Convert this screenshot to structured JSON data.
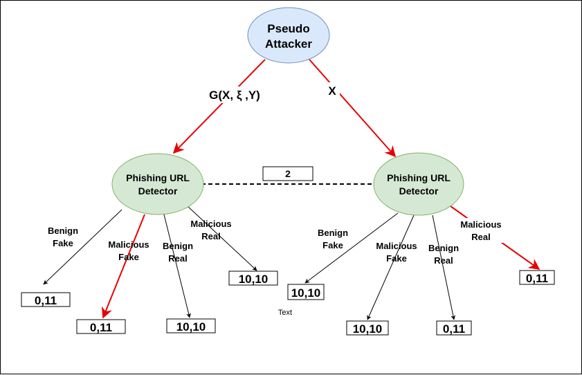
{
  "colors": {
    "attacker_fill": "#dae8fc",
    "attacker_stroke": "#6c8ebf",
    "detector_fill": "#d5e8d4",
    "detector_stroke": "#82b366",
    "red_edge": "#e60000",
    "black_edge": "#000000"
  },
  "attacker": {
    "line1": "Pseudo",
    "line2": "Attacker"
  },
  "left_detector": {
    "line1": "Phishing URL",
    "line2": "Detector"
  },
  "right_detector": {
    "line1": "Phishing URL",
    "line2": "Detector"
  },
  "edge_labels": {
    "gen": "G(X, ξ ,Y)",
    "x": "X"
  },
  "info_set_label": "2",
  "free_text": "Text",
  "left_branches": {
    "benign_fake": {
      "line1": "Benign",
      "line2": "Fake"
    },
    "malicious_fake": {
      "line1": "Malicious",
      "line2": "Fake"
    },
    "benign_real": {
      "line1": "Benign",
      "line2": "Real"
    },
    "malicious_real": {
      "line1": "Malicious",
      "line2": "Real"
    }
  },
  "right_branches": {
    "benign_fake": {
      "line1": "Benign",
      "line2": "Fake"
    },
    "malicious_fake": {
      "line1": "Malicious",
      "line2": "Fake"
    },
    "benign_real": {
      "line1": "Benign",
      "line2": "Real"
    },
    "malicious_real": {
      "line1": "Malicious",
      "line2": "Real"
    }
  },
  "left_payoffs": {
    "benign_fake": "0,11",
    "malicious_fake": "0,11",
    "benign_real": "10,10",
    "malicious_real": "10,10"
  },
  "right_payoffs": {
    "benign_fake": "10,10",
    "malicious_fake": "10,10",
    "benign_real": "0,11",
    "malicious_real": "0,11"
  }
}
